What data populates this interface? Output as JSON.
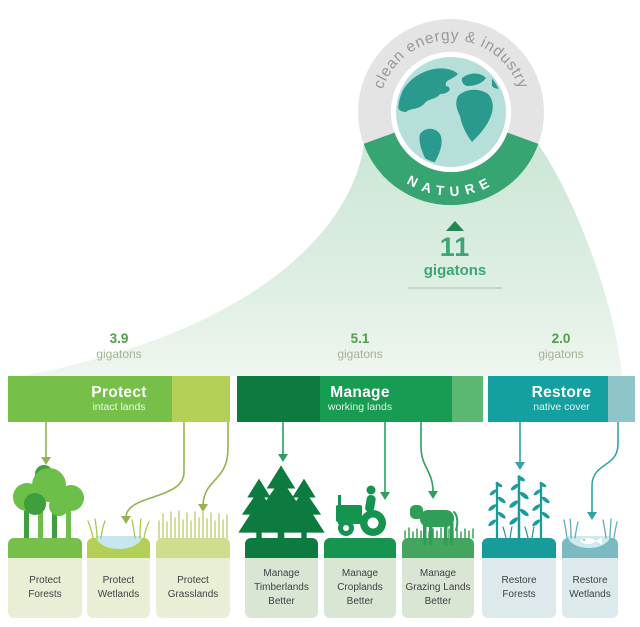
{
  "header": {
    "ring_label": "clean energy & industry",
    "nature_label": "NATURE",
    "total_value": "11",
    "total_unit": "gigatons"
  },
  "groups": [
    {
      "value": "3.9",
      "unit": "gigatons",
      "title": "Protect",
      "subtitle": "intact lands"
    },
    {
      "value": "5.1",
      "unit": "gigatons",
      "title": "Manage",
      "subtitle": "working lands"
    },
    {
      "value": "2.0",
      "unit": "gigatons",
      "title": "Restore",
      "subtitle": "native cover"
    }
  ],
  "cards": [
    {
      "label": "Protect\nForests"
    },
    {
      "label": "Protect\nWetlands"
    },
    {
      "label": "Protect\nGrasslands"
    },
    {
      "label": "Manage\nTimberlands\nBetter"
    },
    {
      "label": "Manage\nCroplands\nBetter"
    },
    {
      "label": "Manage\nGrazing Lands\nBetter"
    },
    {
      "label": "Restore\nForests"
    },
    {
      "label": "Restore\nWetlands"
    }
  ],
  "colors": {
    "protect_green": "#76c04a",
    "protect_light": "#b3cf55",
    "manage_dark": "#0d7b3f",
    "manage_green": "#189b52",
    "manage_light": "#5ab873",
    "restore_teal": "#14a0a0",
    "restore_light": "#8fc4c9",
    "nature_arc_green": "#36a572",
    "ring_gray": "#e4e4e4",
    "globe_land": "#2a9a8e",
    "globe_ocean": "#b7dfd9",
    "accent_green": "#3ca674"
  }
}
